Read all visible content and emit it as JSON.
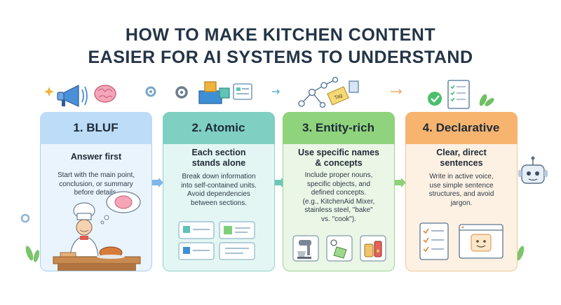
{
  "title": {
    "line1": "HOW TO MAKE KITCHEN CONTENT",
    "line2": "EASIER FOR AI SYSTEMS TO UNDERSTAND"
  },
  "steps": [
    {
      "heading": "1. BLUF",
      "subheading": "Answer first",
      "body": [
        "Start with the main point,",
        "conclusion, or summary",
        "before details."
      ],
      "color": "#bcdcf7"
    },
    {
      "heading": "2. Atomic",
      "subheading": [
        "Each section",
        "stands alone"
      ],
      "body": [
        "Break down information",
        "into self-contained units.",
        "Avoid dependencies",
        "between sections."
      ],
      "color": "#7fd0c2"
    },
    {
      "heading": "3. Entity-rich",
      "subheading": [
        "Use specific names",
        "& concepts"
      ],
      "body": [
        "Include proper nouns,",
        "specific objects, and",
        "defined concepts.",
        "(e.g., KitchenAid Mixer,",
        "stainless steel, \"bake\"",
        "vs. \"cook\")."
      ],
      "color": "#90d37d"
    },
    {
      "heading": "4. Declarative",
      "subheading": [
        "Clear, direct",
        "sentences"
      ],
      "body": [
        "Write in active voice,",
        "use simple sentence",
        "structures, and avoid",
        "jargon."
      ],
      "color": "#f6b46f"
    }
  ],
  "tag_text": "Tag"
}
